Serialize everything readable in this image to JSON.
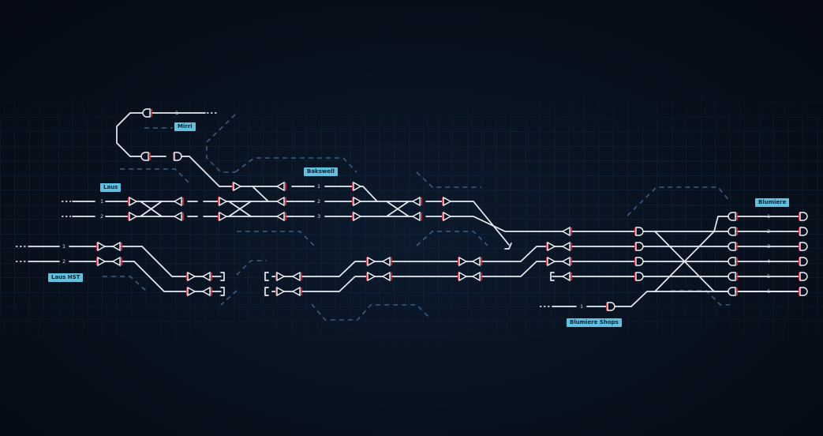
{
  "stations": [
    {
      "id": "mirri",
      "name": "Mirri"
    },
    {
      "id": "bakswell",
      "name": "Bakswell"
    },
    {
      "id": "laus",
      "name": "Laus"
    },
    {
      "id": "laus-hst",
      "name": "Laus HST"
    },
    {
      "id": "blumiere",
      "name": "Blumiere"
    },
    {
      "id": "blumiere-shops",
      "name": "Blumiere Shops"
    }
  ],
  "track_numbers": {
    "mirri": [
      "1"
    ],
    "laus": [
      "1",
      "2"
    ],
    "bakswell": [
      "1",
      "2",
      "3"
    ],
    "laus_hst": [
      "1",
      "2"
    ],
    "blumiere": [
      "1",
      "2",
      "3",
      "4",
      "5",
      "6"
    ],
    "blumiere_shops": [
      "1"
    ]
  },
  "colors": {
    "background": "#070d18",
    "track": "#e7edf3",
    "signal_mark": "#d6283c",
    "grid": "#16314d",
    "dashed_route": "#3a5d82",
    "label_bg": "#5fc0e0",
    "label_text": "#0a2433"
  }
}
